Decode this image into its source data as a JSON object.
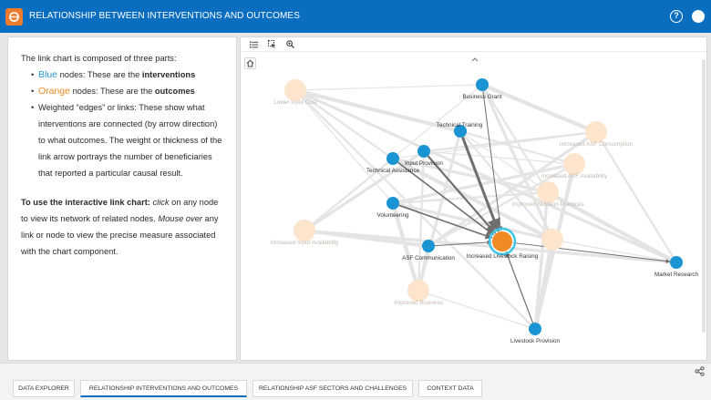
{
  "header": {
    "title": "RELATIONSHIP BETWEEN INTERVENTIONS AND OUTCOMES",
    "help_label": "?",
    "brand_color": "#0a6ec0",
    "logo_color": "#f07b2c"
  },
  "description": {
    "intro": "The link chart is composed of three parts:",
    "bullets": [
      {
        "keyword": "Blue",
        "text_before": " nodes: These are the ",
        "emphasis": "interventions"
      },
      {
        "keyword": "Orange",
        "text_before": " nodes: These are the ",
        "emphasis": "outcomes"
      },
      {
        "text": "Weighted “edges” or links: These show what interventions are connected (by arrow direction) to what outcomes. The weight or thickness of the link arrow portrays the number of beneficiaries that reported a particular causal result."
      }
    ],
    "usage_lead": "To use the interactive link chart:",
    "usage_click": "click",
    "usage_mid": " on any node to view its network of related nodes. ",
    "usage_hover": "Mouse over",
    "usage_tail": " any link or node to view the precise measure associated with the chart component.",
    "blue_color": "#2a9ad3",
    "orange_color": "#f08a24"
  },
  "chart": {
    "toolbar_icons": [
      "list-icon",
      "select-icon",
      "zoom-icon"
    ],
    "nodes": [
      {
        "id": "business-grant",
        "label": "Business Grant",
        "kind": "intervention"
      },
      {
        "id": "technical-training",
        "label": "Technical Training",
        "kind": "intervention"
      },
      {
        "id": "input-provision",
        "label": "Input Provision",
        "kind": "intervention"
      },
      {
        "id": "technical-assistance",
        "label": "Technical Assistance",
        "kind": "intervention"
      },
      {
        "id": "volunteering",
        "label": "Volunteering",
        "kind": "intervention"
      },
      {
        "id": "asf-communication",
        "label": "ASF Communication",
        "kind": "intervention"
      },
      {
        "id": "market-research",
        "label": "Market Research",
        "kind": "intervention"
      },
      {
        "id": "livestock-provision",
        "label": "Livestock Provision",
        "kind": "intervention"
      },
      {
        "id": "increased-livestock-raising",
        "label": "Increased Livestock Raising",
        "kind": "outcome",
        "selected": true
      },
      {
        "id": "lower-input-cost",
        "label": "Lower Input Cost",
        "kind": "outcome",
        "faded": true
      },
      {
        "id": "increased-asf-consumption",
        "label": "Increased ASF Consumption",
        "kind": "outcome",
        "faded": true
      },
      {
        "id": "increased-asf-availability",
        "label": "Increased ASF Availability",
        "kind": "outcome",
        "faded": true
      },
      {
        "id": "improved-nutrition-practices",
        "label": "Improved Nutrition Practices",
        "kind": "outcome",
        "faded": true
      },
      {
        "id": "increased-input-availability",
        "label": "Increased Input Availability",
        "kind": "outcome",
        "faded": true
      },
      {
        "id": "improved-business",
        "label": "Improved Business",
        "kind": "outcome",
        "faded": true
      },
      {
        "id": "outcome-hidden-a",
        "label": "",
        "kind": "outcome",
        "faded": true
      }
    ],
    "edges": [
      {
        "from": "technical-training",
        "to": "increased-livestock-raising",
        "weight": 3
      },
      {
        "from": "input-provision",
        "to": "increased-livestock-raising",
        "weight": 2.2
      },
      {
        "from": "technical-assistance",
        "to": "increased-livestock-raising",
        "weight": 1.6
      },
      {
        "from": "business-grant",
        "to": "increased-livestock-raising",
        "weight": 1
      },
      {
        "from": "volunteering",
        "to": "increased-livestock-raising",
        "weight": 1.6
      },
      {
        "from": "asf-communication",
        "to": "increased-livestock-raising",
        "weight": 1
      },
      {
        "from": "livestock-provision",
        "to": "increased-livestock-raising",
        "weight": 1.2
      },
      {
        "from": "increased-livestock-raising",
        "to": "market-research",
        "weight": 1
      }
    ],
    "colors": {
      "intervention": "#1a94d2",
      "outcome": "#f08a24",
      "outcome_faded": "#fde4cc",
      "selected_ring": "#3ec6e6",
      "edge_active": "#6e6e6e",
      "edge_faded": "#e4e4e4"
    }
  },
  "tabs": [
    {
      "label": "DATA EXPLORER",
      "active": false
    },
    {
      "label": "RELATIONSHIP INTERVENTIONS AND OUTCOMES",
      "active": true
    },
    {
      "label": "RELATIONSHIP ASF SECTORS AND CHALLENGES",
      "active": false
    },
    {
      "label": "CONTEXT DATA",
      "active": false
    }
  ]
}
